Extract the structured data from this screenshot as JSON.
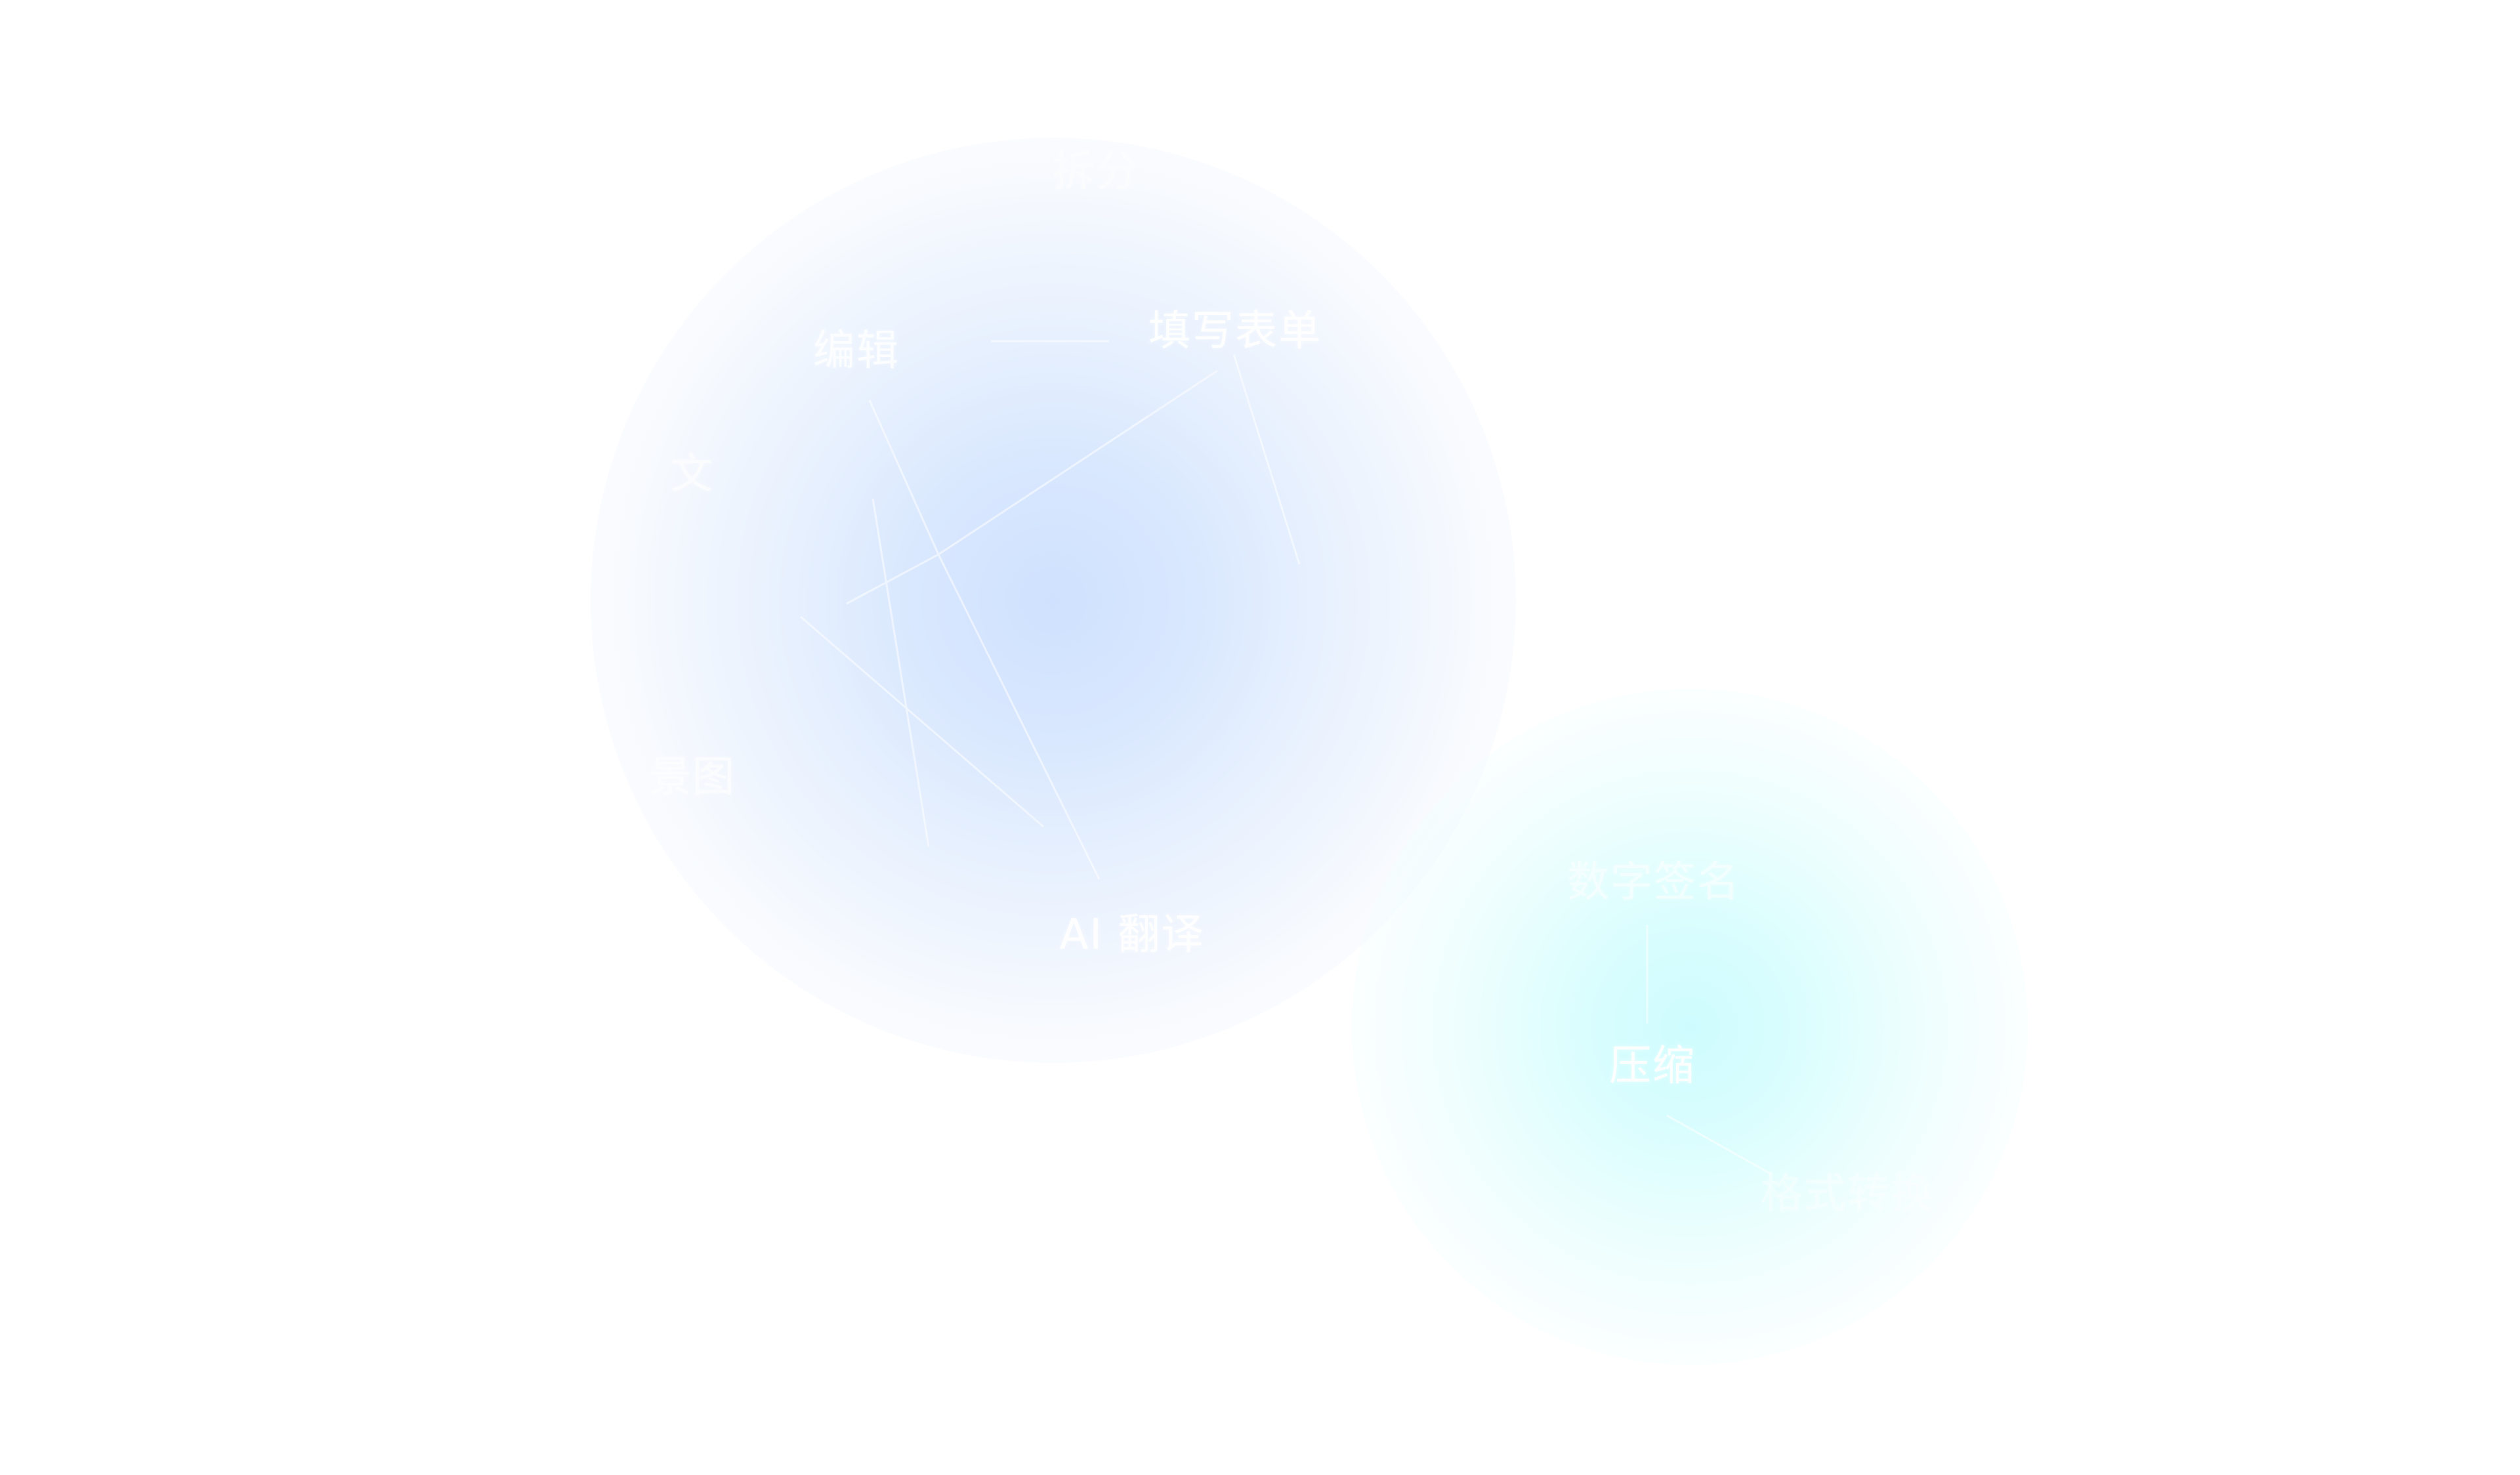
{
  "diagram": {
    "labels": {
      "split": "拆分",
      "fill_form": "填写表单",
      "edit": "编辑",
      "text": "文",
      "image": "景图",
      "ai_translate": "AI 翻译",
      "digital_signature": "数字签名",
      "compress": "压缩",
      "format_convert": "格式转换"
    },
    "colors": {
      "blue_cluster": "#cfe1fe",
      "cyan_cluster": "#cefcfe",
      "label": "#ffffff",
      "link": "#ffffff"
    }
  }
}
